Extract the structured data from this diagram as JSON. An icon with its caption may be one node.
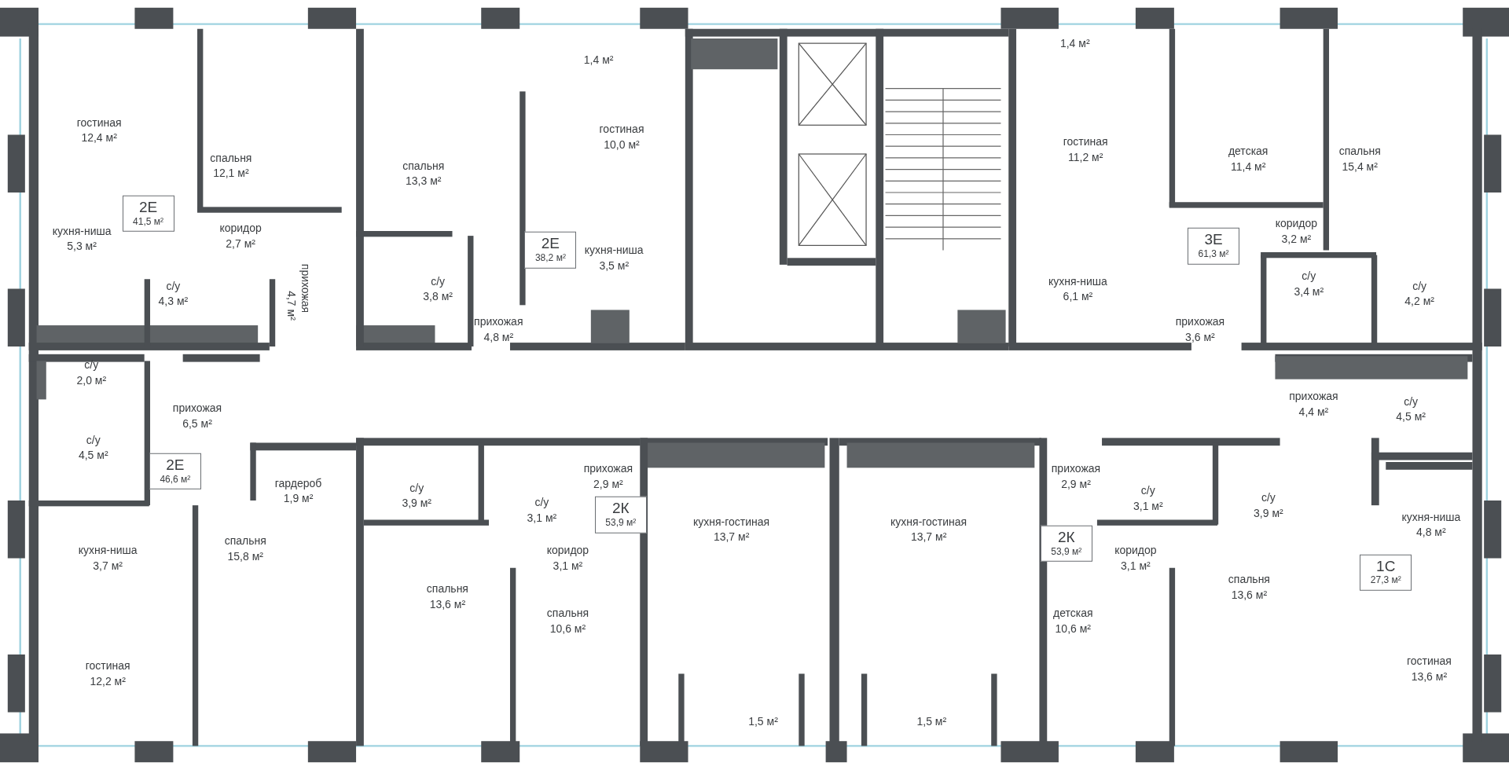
{
  "diagram": {
    "nodes": [
      {
        "text": [
          "2Е",
          "41,5 м²"
        ]
      },
      {
        "text": [
          "2Е",
          "38,2 м²"
        ]
      },
      {
        "text": [
          "3Е",
          "61,3 м²"
        ]
      },
      {
        "text": [
          "2Е",
          "46,6 м²"
        ]
      },
      {
        "text": [
          "2К",
          "53,9 м²"
        ]
      },
      {
        "text": [
          "2К",
          "53,9 м²"
        ]
      },
      {
        "text": [
          "1С",
          "27,3 м²"
        ]
      }
    ],
    "labels": [
      "гостиная",
      "12,4 м²",
      "спальня",
      "12,1 м²",
      "кухня-ниша",
      "5,3 м²",
      "коридор",
      "2,7 м²",
      "с/у",
      "4,3 м²",
      "прихожая",
      "4,7 м²",
      "спальня",
      "13,3 м²",
      "1,4 м²",
      "гостиная",
      "10,0 м²",
      "с/у",
      "3,8 м²",
      "кухня-ниша",
      "3,5 м²",
      "прихожая",
      "4,8 м²",
      "1,4 м²",
      "гостиная",
      "11,2 м²",
      "детская",
      "11,4 м²",
      "спальня",
      "15,4 м²",
      "коридор",
      "3,2 м²",
      "кухня-ниша",
      "6,1 м²",
      "с/у",
      "3,4 м²",
      "с/у",
      "4,2 м²",
      "прихожая",
      "3,6 м²",
      "с/у",
      "2,0 м²",
      "прихожая",
      "6,5 м²",
      "с/у",
      "4,5 м²",
      "гардероб",
      "1,9 м²",
      "кухня-ниша",
      "3,7 м²",
      "спальня",
      "15,8 м²",
      "гостиная",
      "12,2 м²",
      "прихожая",
      "2,9 м²",
      "с/у",
      "3,9 м²",
      "с/у",
      "3,1 м²",
      "кухня-гостиная",
      "13,7 м²",
      "коридор",
      "3,1 м²",
      "спальня",
      "13,6 м²",
      "спальня",
      "10,6 м²",
      "1,5 м²",
      "кухня-гостиная",
      "13,7 м²",
      "прихожая",
      "2,9 м²",
      "с/у",
      "3,1 м²",
      "с/у",
      "3,9 м²",
      "коридор",
      "3,1 м²",
      "детская",
      "10,6 м²",
      "спальня",
      "13,6 м²",
      "1,5 м²",
      "прихожая",
      "4,4 м²",
      "с/у",
      "4,5 м²",
      "кухня-ниша",
      "4,8 м²",
      "гостиная",
      "13,6 м²"
    ]
  }
}
